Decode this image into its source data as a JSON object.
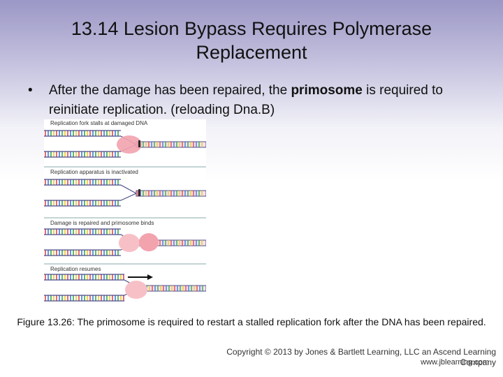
{
  "slide": {
    "title": "13.14  Lesion Bypass Requires Polymerase Replacement",
    "bullet": {
      "before": "After the damage has been repaired, the ",
      "bold": "primosome",
      "after": " is required to reinitiate replication. (reloading Dna.B)"
    },
    "figure_panels": [
      "Replication fork stalls at damaged DNA",
      "Replication apparatus is inactivated",
      "Damage is repaired and primosome binds",
      "Replication resumes"
    ],
    "caption": "Figure 13.26: The primosome is required to restart a stalled replication fork after the DNA has been repaired.",
    "copyright": "Copyright © 2013 by Jones & Bartlett Learning, LLC an Ascend Learning Company",
    "url": "www.jblearning.com"
  },
  "colors": {
    "header_gradient": "#9b97c6",
    "polymerase": "#f2a3ae",
    "primosome": "#f7c0c7",
    "dna_backbone": "#4a4a8a",
    "rung_red": "#e24a4a",
    "rung_blue": "#3d7fd6",
    "rung_green": "#3aa84a",
    "rung_yellow": "#e9c832",
    "lesion": "#2a2a2a"
  }
}
